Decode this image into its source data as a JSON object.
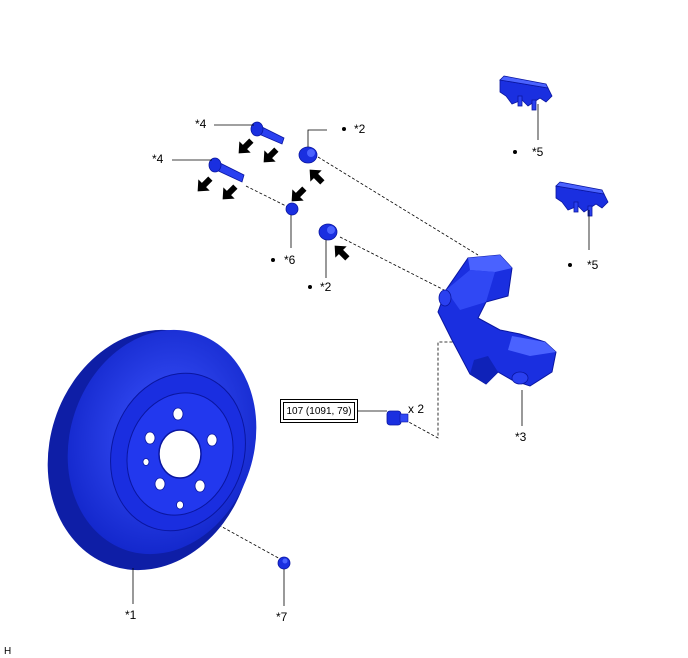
{
  "labels": {
    "disc": "*1",
    "piston_seal_upper": "*2",
    "piston_seal_lower": "*2",
    "caliper_bracket": "*3",
    "pin_upper": "*4",
    "pin_lower": "*4",
    "clip_upper": "*5",
    "clip_lower": "*5",
    "bushing": "*6",
    "plug": "*7"
  },
  "torque": {
    "value": "107 (1091, 79)",
    "quantity": "x 2"
  },
  "corner_code": "H",
  "colors": {
    "part_fill": "#1a2fe0",
    "part_dark": "#0a16a0",
    "part_light": "#4a62ff",
    "line": "#000000"
  }
}
